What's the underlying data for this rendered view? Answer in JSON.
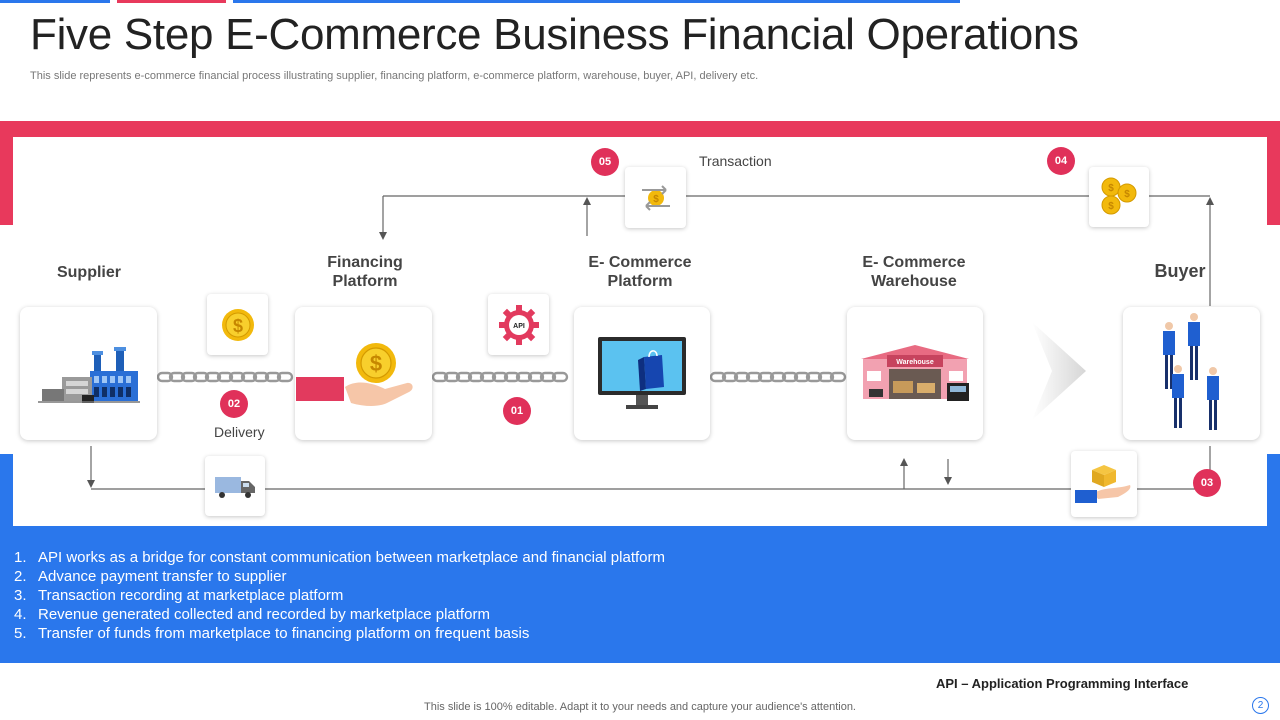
{
  "header": {
    "title": "Five Step E-Commerce Business Financial Operations",
    "subtitle": "This slide represents e-commerce financial process illustrating supplier, financing platform, e-commerce platform, warehouse, buyer, API,  delivery etc."
  },
  "nodes": {
    "supplier": "Supplier",
    "financing_line1": "Financing",
    "financing_line2": "Platform",
    "ecommerce_line1": "E- Commerce",
    "ecommerce_line2": "Platform",
    "warehouse_line1": "E- Commerce",
    "warehouse_line2": "Warehouse",
    "buyer": "Buyer",
    "warehouse_sign": "Warehouse",
    "api_gear": "API"
  },
  "flow": {
    "transaction": "Transaction",
    "delivery": "Delivery"
  },
  "badges": {
    "b01": "01",
    "b02": "02",
    "b03": "03",
    "b04": "04",
    "b05": "05"
  },
  "steps": [
    "API works as a bridge for constant communication between marketplace and financial platform",
    "Advance payment transfer to supplier",
    "Transaction recording at marketplace platform",
    "Revenue generated collected and recorded by marketplace platform",
    "Transfer  of funds  from marketplace  to financing  platform  on frequent  basis"
  ],
  "step_numbers": [
    "1.",
    "2.",
    "3.",
    "4.",
    "5."
  ],
  "footer": {
    "api_note": "API – Application Programming Interface",
    "editable_note": "This slide is 100% editable. Adapt it to your needs and capture your audience's attention.",
    "page_number": "2"
  },
  "colors": {
    "accent_red": "#e8395c",
    "accent_blue": "#2a77ec",
    "badge_red": "#e0315a",
    "coin_gold": "#f2b90c"
  }
}
